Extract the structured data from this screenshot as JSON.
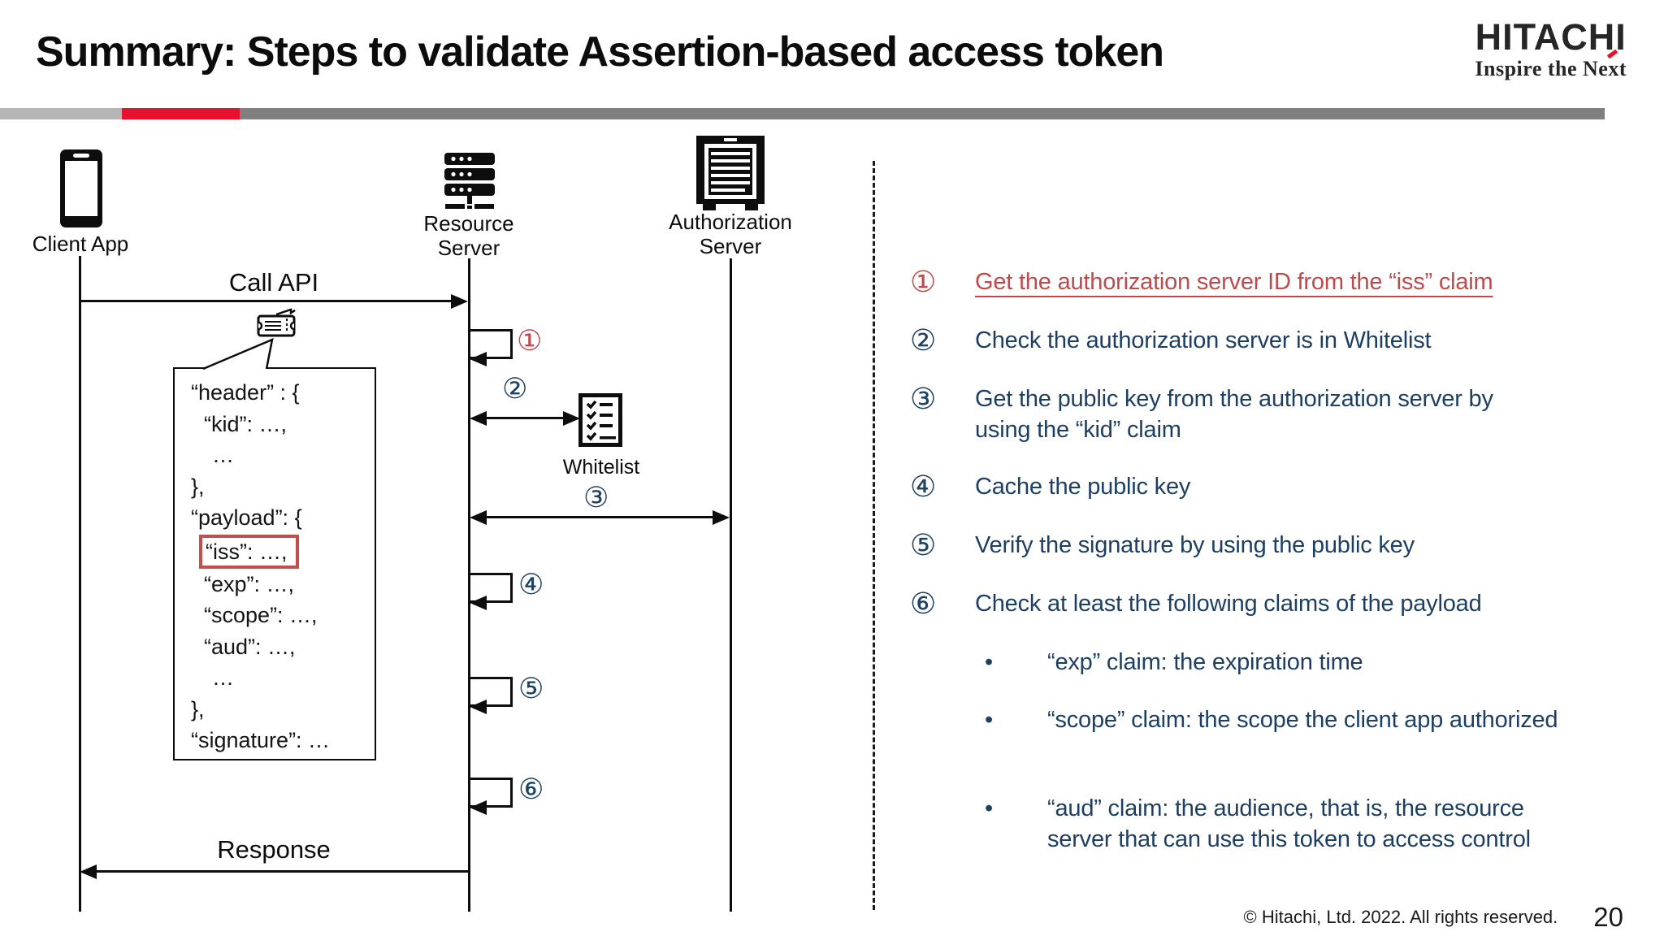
{
  "title": "Summary: Steps to validate Assertion-based access token",
  "logo": {
    "brand": "HITACHI",
    "tagline": "Inspire the Next"
  },
  "colors": {
    "brand_red": "#e8112d",
    "step_navy": "#1d3f63",
    "step_red": "#bf4a4b",
    "iss_highlight_box": "#c0504d",
    "bar_light_gray": "#b5b5b5",
    "bar_dark_gray": "#7f7f7f"
  },
  "diagram": {
    "actors": {
      "client": {
        "label": "Client App"
      },
      "resource": {
        "label_line1": "Resource",
        "label_line2": "Server"
      },
      "auth": {
        "label_line1": "Authorization",
        "label_line2": "Server"
      }
    },
    "messages": {
      "call_api": "Call API",
      "response": "Response"
    },
    "whitelist_label": "Whitelist",
    "markers": {
      "m1": "①",
      "m2": "②",
      "m3": "③",
      "m4": "④",
      "m5": "⑤",
      "m6": "⑥"
    },
    "token": {
      "lines": [
        {
          "text": "“header” : {"
        },
        {
          "text": "“kid”: …,"
        },
        {
          "text": "…"
        },
        {
          "text": "},"
        },
        {
          "text": "“payload”: {"
        },
        {
          "text": "“iss”: …,",
          "highlighted": true
        },
        {
          "text": "“exp”: …,"
        },
        {
          "text": "“scope”: …,"
        },
        {
          "text": "“aud”: …,"
        },
        {
          "text": "…"
        },
        {
          "text": "},"
        },
        {
          "text": "“signature”: …"
        }
      ]
    }
  },
  "steps": [
    {
      "marker": "①",
      "text": "Get the authorization server ID from the “iss” claim",
      "highlighted": true
    },
    {
      "marker": "②",
      "text": "Check the authorization server is in Whitelist",
      "highlighted": false
    },
    {
      "marker": "③",
      "text": "Get the public key from the authorization server by using the “kid” claim",
      "highlighted": false
    },
    {
      "marker": "④",
      "text": "Cache the public key",
      "highlighted": false
    },
    {
      "marker": "⑤",
      "text": "Verify the signature by using the public key",
      "highlighted": false
    },
    {
      "marker": "⑥",
      "text": "Check at least the following claims of the payload",
      "highlighted": false
    }
  ],
  "bullet_glyph": "•",
  "sub_bullets": [
    {
      "text": "“exp” claim: the expiration time"
    },
    {
      "text": "“scope” claim: the scope the client app authorized"
    },
    {
      "text": "“aud” claim: the audience, that is, the resource server that can use this token to access control"
    }
  ],
  "footer": {
    "copyright": "© Hitachi, Ltd. 2022. All rights reserved.",
    "page_number": "20"
  }
}
